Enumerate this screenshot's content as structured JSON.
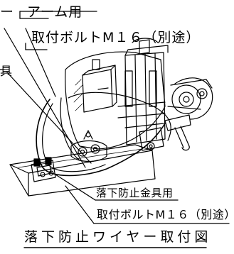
{
  "labels": {
    "top_left_fragment": "ー",
    "arm": "アーム用",
    "bolt_top": "取付ボルトM１６（別途）",
    "mid_left_fragment": "具",
    "fall_prevention_fitting": "落下防止金具用",
    "bolt_bottom": "取付ボルトM１６（別途）",
    "title": "落下防止ワイヤー取付図"
  }
}
